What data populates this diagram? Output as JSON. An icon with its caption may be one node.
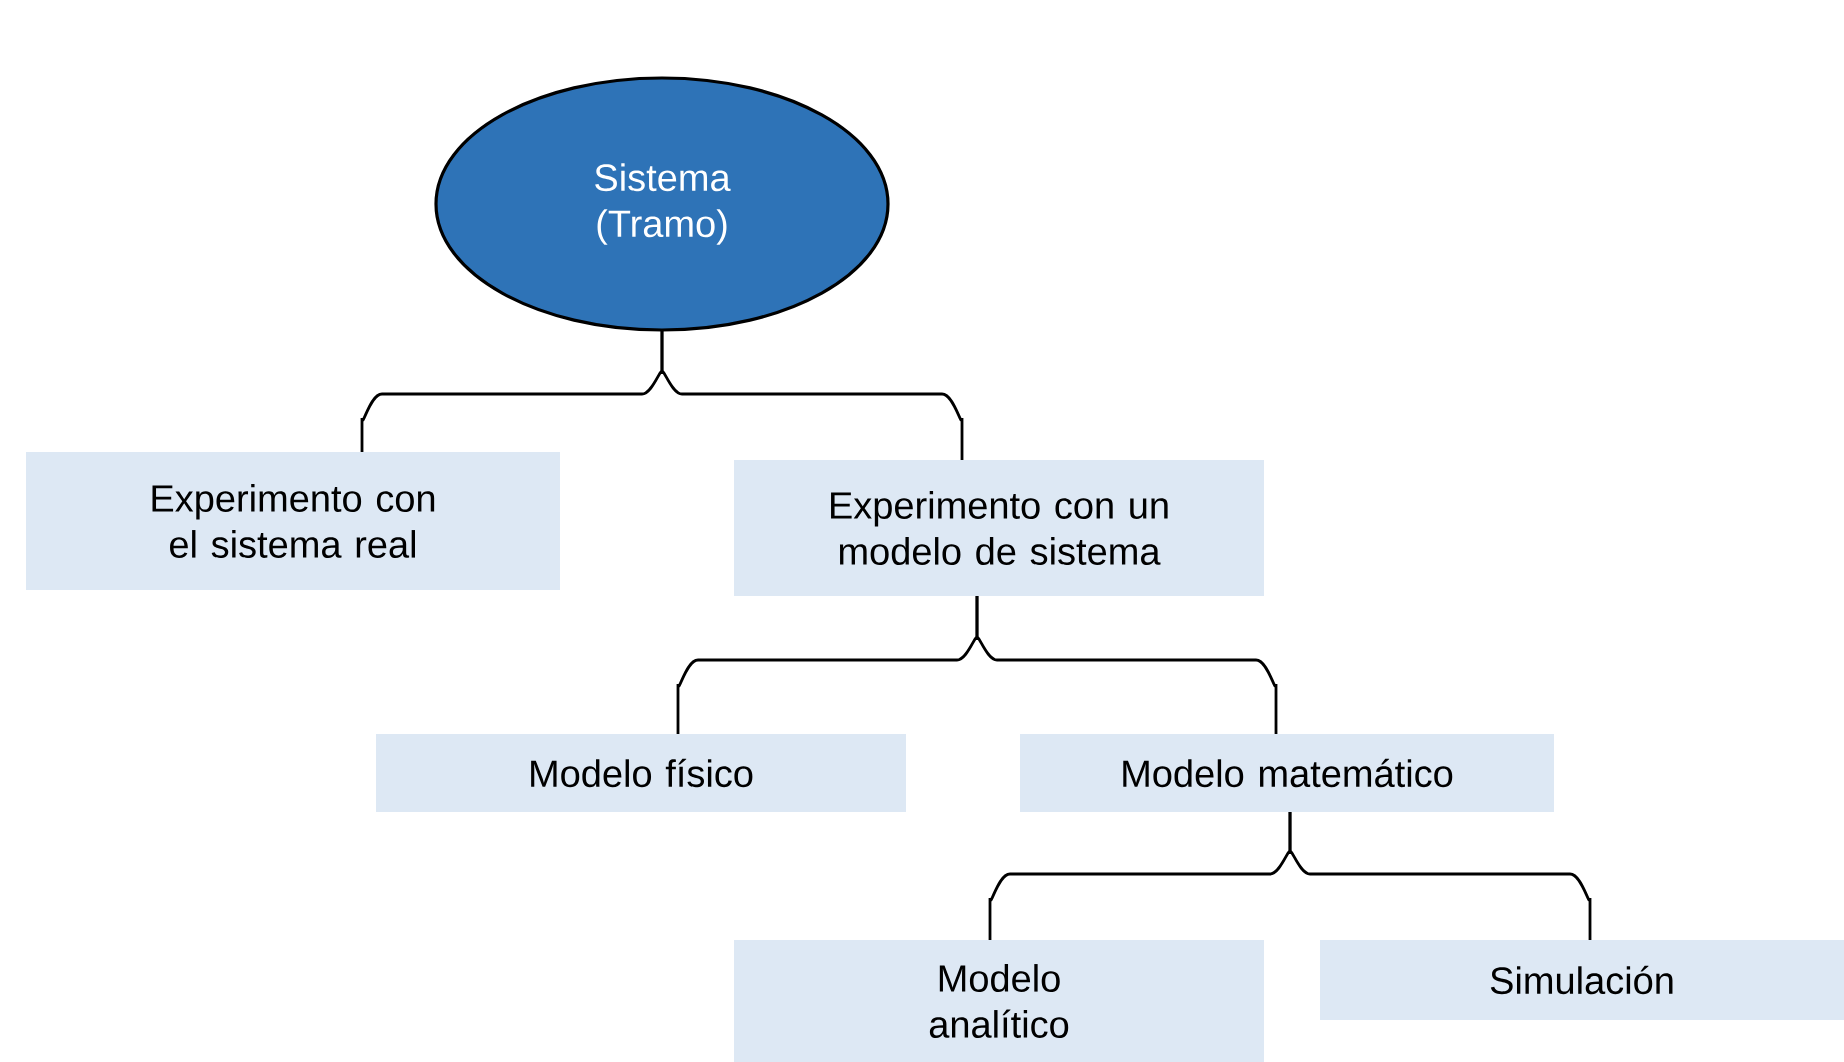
{
  "diagram": {
    "nodes": [
      {
        "text": [
          "Sistema (Tramo)"
        ]
      },
      {
        "text": [
          "Experimento con el sistema real"
        ]
      },
      {
        "text": [
          "Experimento con un modelo de sistema"
        ]
      },
      {
        "text": [
          "Modelo físico"
        ]
      },
      {
        "text": [
          "Modelo matemático"
        ]
      },
      {
        "text": [
          "Modelo analítico"
        ]
      },
      {
        "text": [
          "Simulación"
        ]
      }
    ],
    "edges": [
      {
        "from": 0,
        "to": 1,
        "arrow": "none"
      },
      {
        "from": 0,
        "to": 2,
        "arrow": "none"
      },
      {
        "from": 2,
        "to": 3,
        "arrow": "none"
      },
      {
        "from": 2,
        "to": 4,
        "arrow": "none"
      },
      {
        "from": 4,
        "to": 5,
        "arrow": "none"
      },
      {
        "from": 4,
        "to": 6,
        "arrow": "none"
      }
    ]
  }
}
